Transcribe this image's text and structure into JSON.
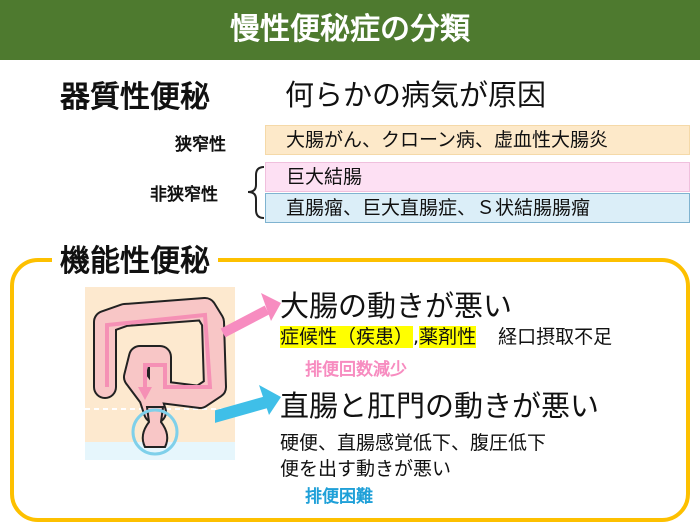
{
  "title": "慢性便秘症の分類",
  "organic": {
    "heading": "器質性便秘",
    "cause": "何らかの病気が原因",
    "stenotic_label": "狭窄性",
    "stenotic_items": "大腸がん、クローン病、虚血性大腸炎",
    "nonstenotic_label": "非狭窄性",
    "nonstenotic_items": [
      "巨大結腸",
      "直腸瘤、巨大直腸症、Ｓ状結腸腸瘤"
    ]
  },
  "functional": {
    "heading": "機能性便秘",
    "colon": {
      "title": "大腸の動きが悪い",
      "cause1": "症候性（疾患）",
      "sep": ",",
      "cause2": "薬剤性",
      "cause3": "経口摂取不足",
      "result": "排便回数減少"
    },
    "rectum": {
      "title": "直腸と肛門の動きが悪い",
      "line1": "硬便、直腸感覚低下、腹圧低下",
      "line2": "便を出す動きが悪い",
      "result": "排便困難"
    }
  },
  "colors": {
    "title_bg": "#4e7a2f",
    "frame": "#fdc000",
    "pink": "#f78cc0",
    "blue": "#3fbfe8"
  }
}
